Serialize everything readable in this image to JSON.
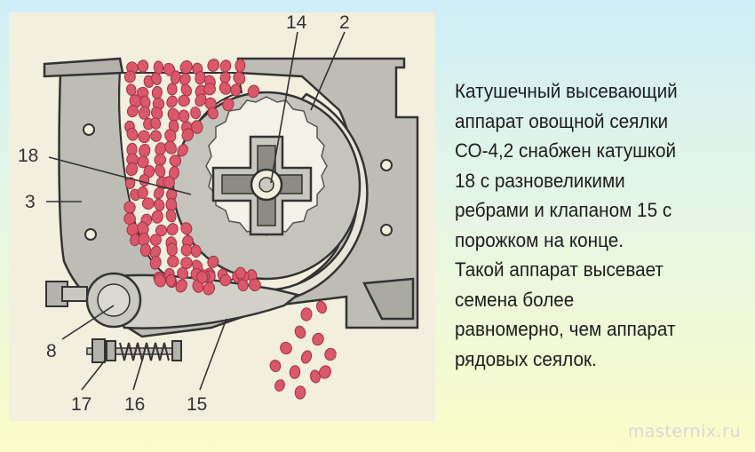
{
  "diagram": {
    "labels": {
      "l14": "14",
      "l2": "2",
      "l18": "18",
      "l3": "3",
      "l8": "8",
      "l17": "17",
      "l16": "16",
      "l15": "15"
    },
    "colors": {
      "metal": "#bdbcb5",
      "outline": "#333333",
      "seed": "#d9586a",
      "seed_edge": "#a23345",
      "background": "#f2efdf"
    }
  },
  "description": {
    "lines": [
      "Катушечный высевающий",
      "аппарат овощной сеялки",
      "СО-4,2 снабжен катушкой",
      "18 с разновеликими",
      "ребрами и клапаном 15 с",
      "порожком на конце.",
      "Такой аппарат высевает",
      "семена более",
      "равномерно, чем аппарат",
      "рядовых сеялок."
    ]
  },
  "watermark": "masternix.ru"
}
